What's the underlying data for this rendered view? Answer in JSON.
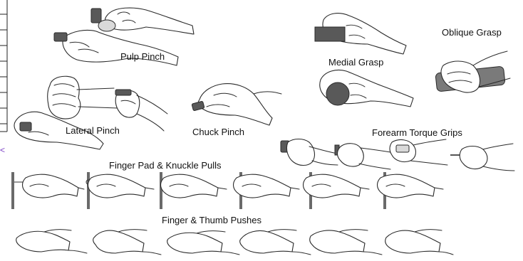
{
  "labels": {
    "pulp_pinch": "Pulp Pinch",
    "medial_grasp": "Medial Grasp",
    "oblique_grasp": "Oblique Grasp",
    "lateral_pinch": "Lateral Pinch",
    "chuck_pinch": "Chuck Pinch",
    "forearm_torque_grips": "Forearm Torque Grips",
    "finger_pad_knuckle_pulls": "Finger Pad & Knuckle Pulls",
    "finger_thumb_pushes": "Finger & Thumb Pushes"
  },
  "edge_mark": "<"
}
